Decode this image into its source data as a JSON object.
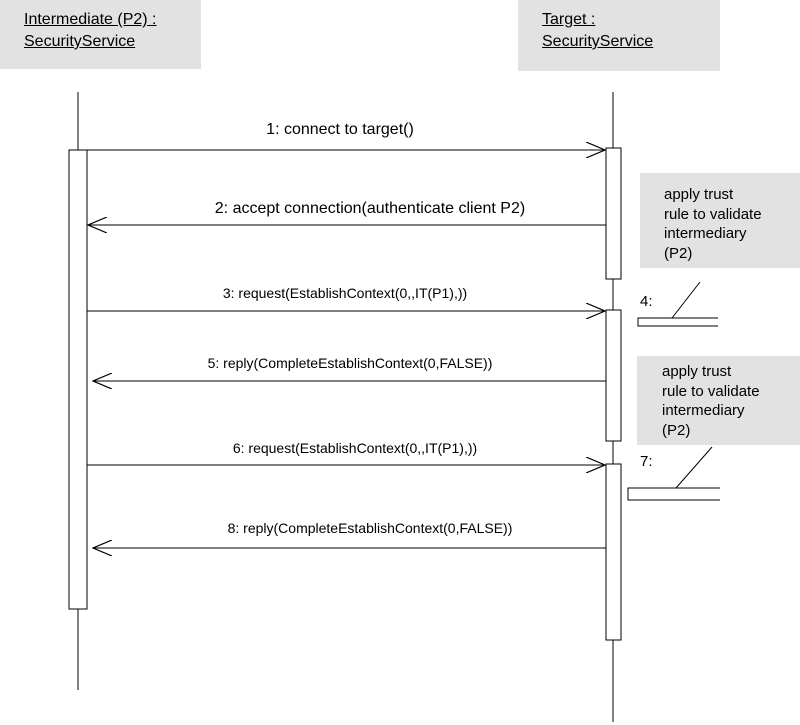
{
  "lifelines": {
    "intermediate": {
      "line1": "Intermediate (P2) :",
      "line2": "SecurityService"
    },
    "target": {
      "line1": "Target :",
      "line2": "SecurityService"
    }
  },
  "messages": [
    {
      "label": "1: connect to target()",
      "direction": "right"
    },
    {
      "label": "2: accept connection(authenticate client P2)",
      "direction": "left"
    },
    {
      "label": "3: request(EstablishContext(0,,IT(P1),))",
      "direction": "right"
    },
    {
      "label": "4:",
      "direction": "self"
    },
    {
      "label": "5: reply(CompleteEstablishContext(0,FALSE))",
      "direction": "left"
    },
    {
      "label": "6: request(EstablishContext(0,,IT(P1),))",
      "direction": "right"
    },
    {
      "label": "7:",
      "direction": "self"
    },
    {
      "label": "8: reply(CompleteEstablishContext(0,FALSE))",
      "direction": "left"
    }
  ],
  "notes": [
    {
      "lines": [
        "apply trust",
        "rule to validate",
        "intermediary",
        "(P2)"
      ]
    },
    {
      "lines": [
        "apply trust",
        "rule to validate",
        "intermediary",
        "(P2)"
      ]
    }
  ],
  "colors": {
    "object_fill": "#e2e2e2",
    "line": "#000000",
    "background": "#ffffff"
  }
}
